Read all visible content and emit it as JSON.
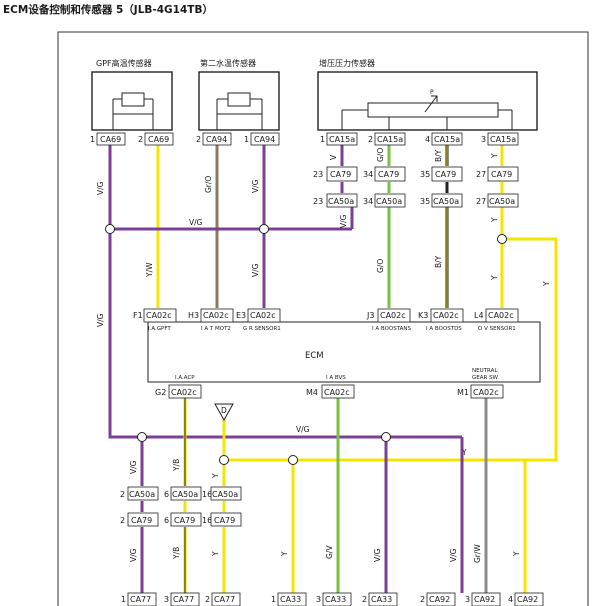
{
  "title": "ECM设备控制和传感器 5（JLB-4G14TB）",
  "colors": {
    "violet_green": "#7b3f98",
    "yellow": "#f2e600",
    "yellow_dark": "#a89a00",
    "green": "#7ac143",
    "gray_orange": "#8a7a60",
    "gray_green": "#6b8f6b",
    "black_yellow": "#222222",
    "green_violet": "#56a83c",
    "gray_white": "#8c8c8c"
  },
  "sensors": {
    "gpf_temp": "GPF高温传感器",
    "water_temp2": "第二水温传感器",
    "boost_pressure": "增压压力传感器"
  },
  "ecm": {
    "label": "ECM",
    "pins_top": [
      {
        "pin": "F1",
        "conn": "CA02c",
        "sig": "I.A.GPFT"
      },
      {
        "pin": "H3",
        "conn": "CA02c",
        "sig": "I A T MOT2"
      },
      {
        "pin": "E3",
        "conn": "CA02c",
        "sig": "G R SENSOR1"
      },
      {
        "pin": "J3",
        "conn": "CA02c",
        "sig": "I A BOOSTANS"
      },
      {
        "pin": "K3",
        "conn": "CA02c",
        "sig": "I A BOOSTDS"
      },
      {
        "pin": "L4",
        "conn": "CA02c",
        "sig": "O V SENSOR1"
      }
    ],
    "pins_bottom": [
      {
        "pin": "G2",
        "conn": "CA02c",
        "sig": "I.A.ACP"
      },
      {
        "pin": "M4",
        "conn": "CA02c",
        "sig": "I A BVS"
      },
      {
        "pin": "M1",
        "conn": "CA02c",
        "sig": "NEUTRAL"
      }
    ],
    "sig_m1_line2": "GEAR SW"
  },
  "top_connectors": [
    {
      "pin": "1",
      "conn": "CA69"
    },
    {
      "pin": "2",
      "conn": "CA69"
    },
    {
      "pin": "2",
      "conn": "CA94"
    },
    {
      "pin": "1",
      "conn": "CA94"
    },
    {
      "pin": "1",
      "conn": "CA15a"
    },
    {
      "pin": "2",
      "conn": "CA15a"
    },
    {
      "pin": "4",
      "conn": "CA15a"
    },
    {
      "pin": "3",
      "conn": "CA15a"
    }
  ],
  "mid_connectors": [
    {
      "pin": "23",
      "conn": "CA79"
    },
    {
      "pin": "34",
      "conn": "CA79"
    },
    {
      "pin": "35",
      "conn": "CA79"
    },
    {
      "pin": "27",
      "conn": "CA79"
    },
    {
      "pin": "23",
      "conn": "CA50a"
    },
    {
      "pin": "34",
      "conn": "CA50a"
    },
    {
      "pin": "35",
      "conn": "CA50a"
    },
    {
      "pin": "27",
      "conn": "CA50a"
    }
  ],
  "lower_connectors": [
    {
      "pin": "2",
      "conn": "CA50a"
    },
    {
      "pin": "6",
      "conn": "CA50a"
    },
    {
      "pin": "16",
      "conn": "CA50a"
    },
    {
      "pin": "2",
      "conn": "CA79"
    },
    {
      "pin": "6",
      "conn": "CA79"
    },
    {
      "pin": "16",
      "conn": "CA79"
    }
  ],
  "bottom_connectors": [
    {
      "pin": "1",
      "conn": "CA77"
    },
    {
      "pin": "3",
      "conn": "CA77"
    },
    {
      "pin": "2",
      "conn": "CA77"
    },
    {
      "pin": "1",
      "conn": "CA33"
    },
    {
      "pin": "3",
      "conn": "CA33"
    },
    {
      "pin": "2",
      "conn": "CA33"
    },
    {
      "pin": "2",
      "conn": "CA92"
    },
    {
      "pin": "3",
      "conn": "CA92"
    },
    {
      "pin": "4",
      "conn": "CA92"
    }
  ],
  "wire_labels": {
    "vg": "V/G",
    "yw": "Y/W",
    "gro": "Gr/O",
    "v": "V",
    "go": "G/O",
    "by": "B/Y",
    "y": "Y",
    "yb": "Y/B",
    "gv": "G/V",
    "grw": "Gr/W"
  },
  "splice_label": "D",
  "pressure_symbol": "P"
}
